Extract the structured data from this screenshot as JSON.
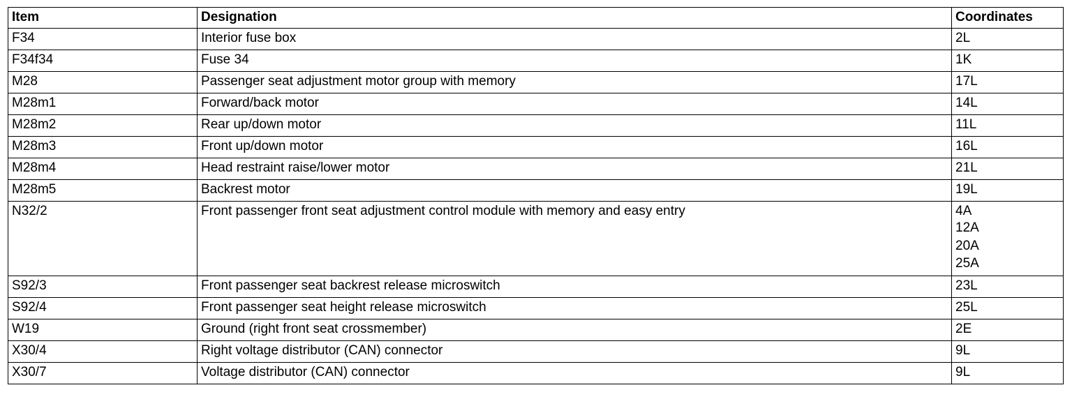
{
  "headers": {
    "item": "Item",
    "designation": "Designation",
    "coordinates": "Coordinates"
  },
  "rows": [
    {
      "item": "F34",
      "designation": "Interior fuse box",
      "coordinates": [
        "2L"
      ]
    },
    {
      "item": "F34f34",
      "designation": "Fuse 34",
      "coordinates": [
        "1K"
      ]
    },
    {
      "item": "M28",
      "designation": "Passenger seat adjustment motor group with memory",
      "coordinates": [
        "17L"
      ]
    },
    {
      "item": "M28m1",
      "designation": "Forward/back motor",
      "coordinates": [
        "14L"
      ]
    },
    {
      "item": "M28m2",
      "designation": "Rear up/down motor",
      "coordinates": [
        "11L"
      ]
    },
    {
      "item": "M28m3",
      "designation": "Front up/down motor",
      "coordinates": [
        "16L"
      ]
    },
    {
      "item": "M28m4",
      "designation": "Head restraint raise/lower motor",
      "coordinates": [
        "21L"
      ]
    },
    {
      "item": "M28m5",
      "designation": "Backrest motor",
      "coordinates": [
        "19L"
      ]
    },
    {
      "item": "N32/2",
      "designation": "Front passenger front seat adjustment control module with memory and easy entry",
      "coordinates": [
        "4A",
        "12A",
        "20A",
        "25A"
      ]
    },
    {
      "item": "S92/3",
      "designation": "Front passenger seat backrest release microswitch",
      "coordinates": [
        "23L"
      ]
    },
    {
      "item": "S92/4",
      "designation": "Front passenger seat height release microswitch",
      "coordinates": [
        "25L"
      ]
    },
    {
      "item": "W19",
      "designation": "Ground (right front seat crossmember)",
      "coordinates": [
        "2E"
      ]
    },
    {
      "item": "X30/4",
      "designation": "Right voltage distributor (CAN) connector",
      "coordinates": [
        "9L"
      ]
    },
    {
      "item": "X30/7",
      "designation": "Voltage distributor (CAN) connector",
      "coordinates": [
        "9L"
      ]
    }
  ]
}
